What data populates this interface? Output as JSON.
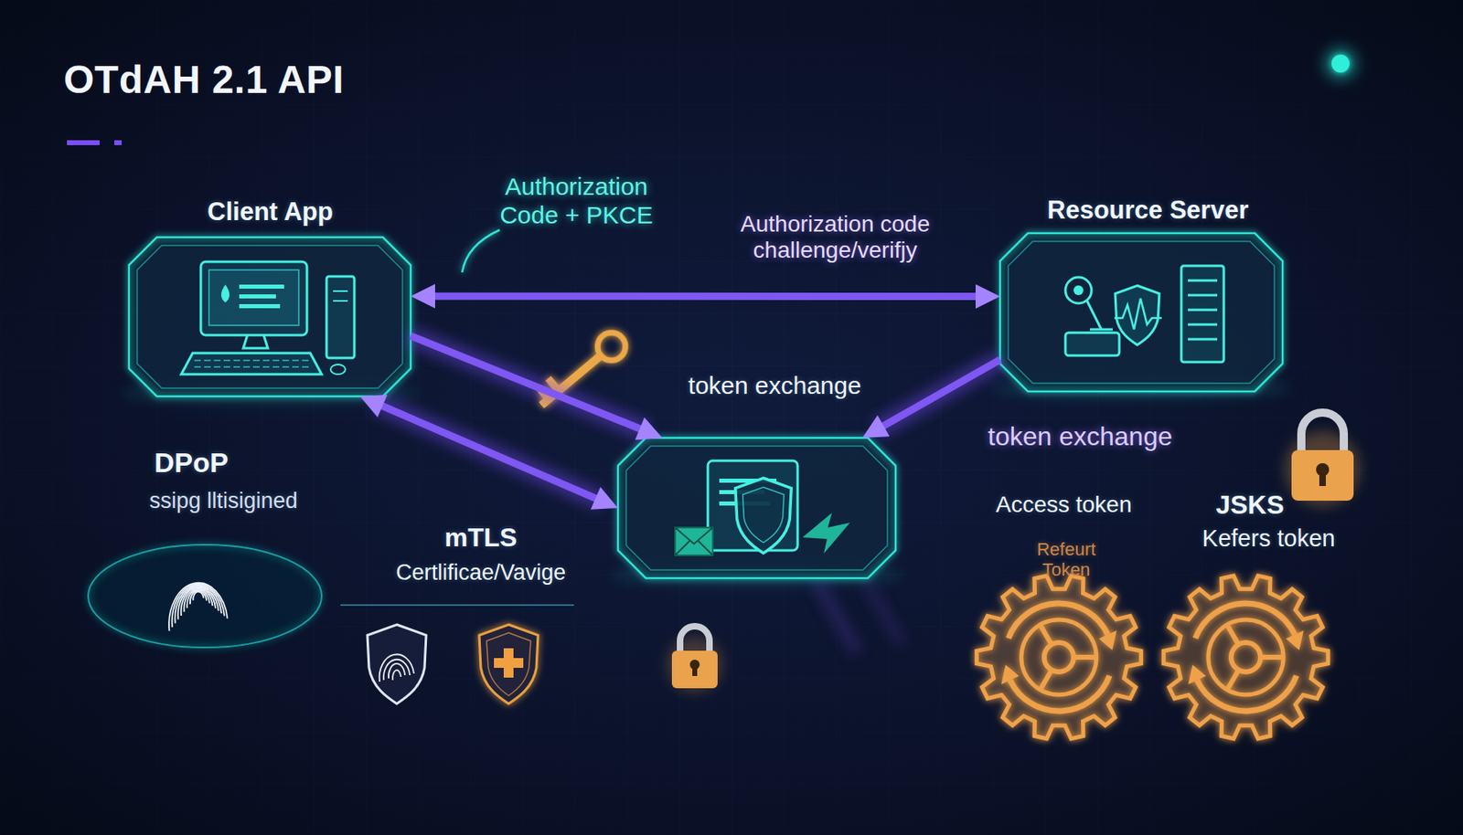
{
  "diagram": {
    "title": "OTdAH 2.1 API",
    "nodes": [
      {
        "text": [
          "Client App"
        ]
      },
      {
        "text": [
          "Resource Server"
        ]
      },
      {
        "text": [
          "token exchange"
        ]
      },
      {
        "text": [
          "DPoP",
          "ssipg lltisigined"
        ]
      },
      {
        "text": [
          "Access token",
          "Refeurt Token"
        ]
      },
      {
        "text": [
          "JSKS",
          "Kefers token"
        ]
      }
    ],
    "edges": [
      {
        "from": 0,
        "to": 1,
        "label": "Authorization code challenge/verifjy",
        "arrow": "both"
      },
      {
        "from": 0,
        "to": 2,
        "arrow": "to"
      },
      {
        "from": 0,
        "to": 2,
        "arrow": "both"
      },
      {
        "from": 1,
        "to": 2,
        "label": "token exchange",
        "arrow": "to"
      }
    ],
    "labels": [
      "Authorization Code + PKCE",
      "mTLS",
      "Certlificae/Vavige"
    ]
  }
}
